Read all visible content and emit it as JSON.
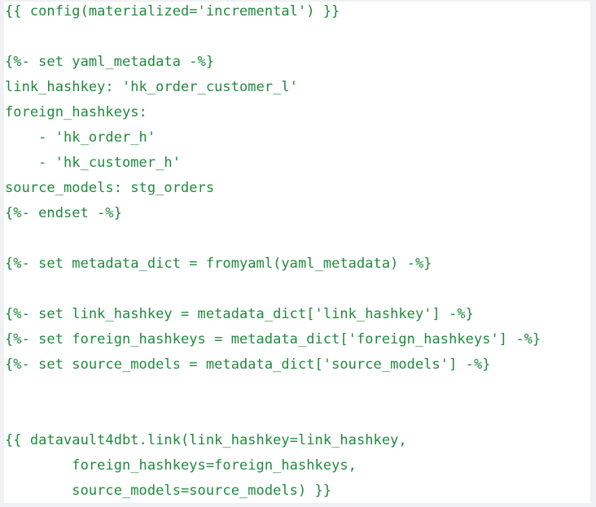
{
  "code_block": {
    "language": "jinja-sql",
    "text_color": "#1f8a3d",
    "background": "#ffffff",
    "lines": [
      "{{ config(materialized='incremental') }}",
      "",
      "{%- set yaml_metadata -%}",
      "link_hashkey: 'hk_order_customer_l'",
      "foreign_hashkeys:",
      "    - 'hk_order_h'",
      "    - 'hk_customer_h'",
      "source_models: stg_orders",
      "{%- endset -%}",
      "",
      "{%- set metadata_dict = fromyaml(yaml_metadata) -%}",
      "",
      "{%- set link_hashkey = metadata_dict['link_hashkey'] -%}",
      "{%- set foreign_hashkeys = metadata_dict['foreign_hashkeys'] -%}",
      "{%- set source_models = metadata_dict['source_models'] -%}",
      "",
      "",
      "{{ datavault4dbt.link(link_hashkey=link_hashkey,",
      "        foreign_hashkeys=foreign_hashkeys,",
      "        source_models=source_models) }}"
    ]
  }
}
